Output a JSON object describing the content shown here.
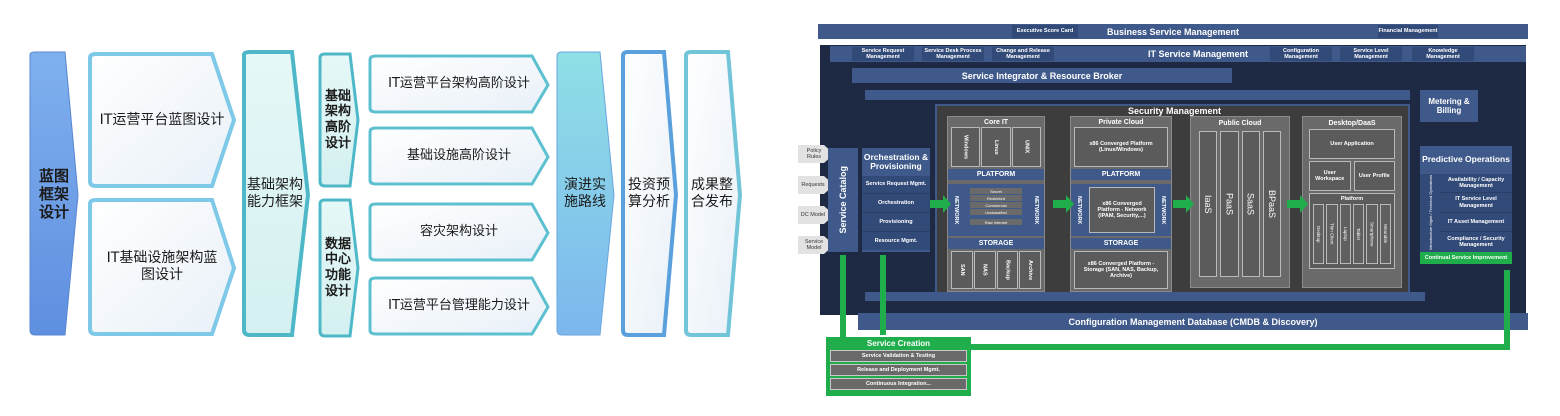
{
  "left_flow": {
    "stage1": {
      "label": "蓝图框架设计"
    },
    "stage1_items": [
      "IT运营平台蓝图设计",
      "IT基础设施架构蓝图设计"
    ],
    "stage2": {
      "label": "基础架构能力框架"
    },
    "group_a": {
      "label": "基础架构高阶设计",
      "items": [
        "IT运营平台架构高阶设计",
        "基础设施高阶设计"
      ]
    },
    "group_b": {
      "label": "数据中心功能设计",
      "items": [
        "容灾架构设计",
        "IT运营平台管理能力设计"
      ]
    },
    "stage3": {
      "label": "演进实施路线"
    },
    "stage4": {
      "label": "投资预算分析"
    },
    "stage5": {
      "label": "成果整合发布"
    },
    "colors": {
      "blue": "#6e9fe8",
      "teal": "#6fd0dc",
      "light": "#f3f7fb"
    }
  },
  "architecture": {
    "business_service_mgmt": {
      "title": "Business Service Management",
      "executive_score_card": "Executive Score Card",
      "financial_management": "Financial Management"
    },
    "it_service_mgmt": {
      "title": "IT Service Management",
      "modules": [
        "Service Request Management",
        "Service Desk Process Management",
        "Change and Release Management",
        "Configuration Management",
        "Service Level Management",
        "Knowledge Management"
      ]
    },
    "integrator": "Service Integrator & Resource Broker",
    "inputs": [
      "Policy Rules",
      "Requests",
      "DC Model",
      "Service Model"
    ],
    "service_catalog": "Service Catalog",
    "orchestration": {
      "title": "Orchestration & Provisioning",
      "items": [
        "Service Request Mgmt.",
        "Orchestration",
        "Provisioning",
        "Resource Mgmt."
      ]
    },
    "security_management": "Security Management",
    "core_it": {
      "title": "Core IT",
      "os": [
        "Windows",
        "Linux",
        "UNIX"
      ],
      "platform": "PLATFORM",
      "network": "NETWORK",
      "zones": [
        "Secret",
        "Restricted",
        "Commercial",
        "Unclassified",
        "Raw Internet"
      ],
      "storage": "STORAGE",
      "storage_items": [
        "SAN",
        "NAS",
        "Backup",
        "Archive"
      ]
    },
    "private_cloud": {
      "title": "Private Cloud",
      "top": "x86 Converged Platform (Linux/Windows)",
      "platform": "PLATFORM",
      "network": "NETWORK",
      "middle": "x86 Converged Platform - Network (IPAM, Security,...)",
      "storage": "STORAGE",
      "bottom": "x86 Converged Platform - Storage (SAN, NAS, Backup, Archive)"
    },
    "public_cloud": {
      "title": "Public Cloud",
      "items": [
        "IaaS",
        "PaaS",
        "SaaS",
        "BPaaS"
      ]
    },
    "desktop": {
      "title": "Desktop/DaaS",
      "user_application": "User Application",
      "user_workspace": "User Workspace",
      "user_profile": "User Profile",
      "platform": "Platform",
      "devices": [
        "Desktop",
        "Thin Client",
        "Laptop",
        "Tablet",
        "Smartphone",
        "Wearable"
      ]
    },
    "metering": "Metering & Billing",
    "predictive": {
      "title": "Predictive Operations",
      "side": "Infrastructure Mgmt / Technical Operations",
      "items": [
        "Availability / Capacity Management",
        "IT Service Level Management",
        "IT Asset Management",
        "Compliance / Security Management"
      ],
      "continual": "Continual Service Improvement"
    },
    "cmdb": "Configuration Management Database  (CMDB & Discovery)",
    "service_creation": {
      "title": "Service Creation",
      "items": [
        "Service Validation & Testing",
        "Release and Deployment Mgmt.",
        "Continuous Integration..."
      ]
    },
    "colors": {
      "navy": "#1e2a44",
      "band": "#3f5a8a",
      "gray": "#6a6a6a",
      "green": "#1fae4b"
    }
  }
}
